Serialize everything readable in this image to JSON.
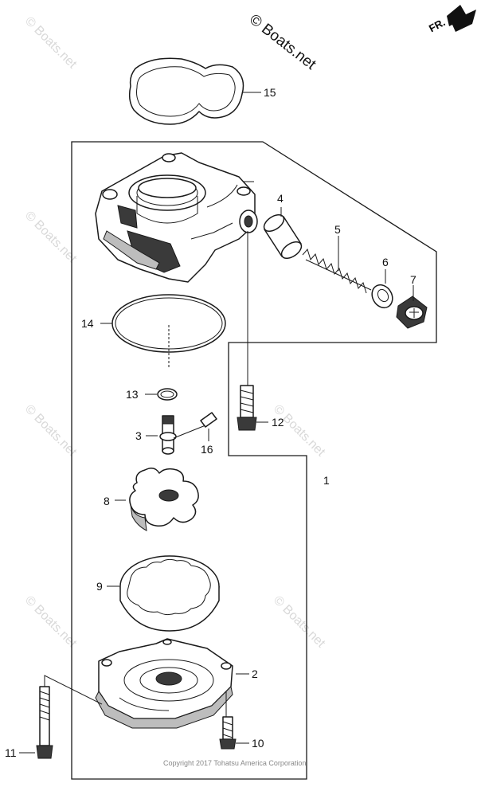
{
  "watermark": {
    "brand": "© Boats.net",
    "repeat_text": "© Boats.net"
  },
  "direction": {
    "label": "FR."
  },
  "copyright": "Copyright 2017 Tohatsu America Corporation",
  "callouts": {
    "c1": "1",
    "c2": "2",
    "c3": "3",
    "c4": "4",
    "c5": "5",
    "c6": "6",
    "c7": "7",
    "c8": "8",
    "c9": "9",
    "c10": "10",
    "c11": "11",
    "c12": "12",
    "c13": "13",
    "c14": "14",
    "c15": "15",
    "c16": "16"
  },
  "colors": {
    "line": "#1a1a1a",
    "part_fill": "#ffffff",
    "shade": "#3a3a3a",
    "watermark": "#d9d9d9"
  }
}
